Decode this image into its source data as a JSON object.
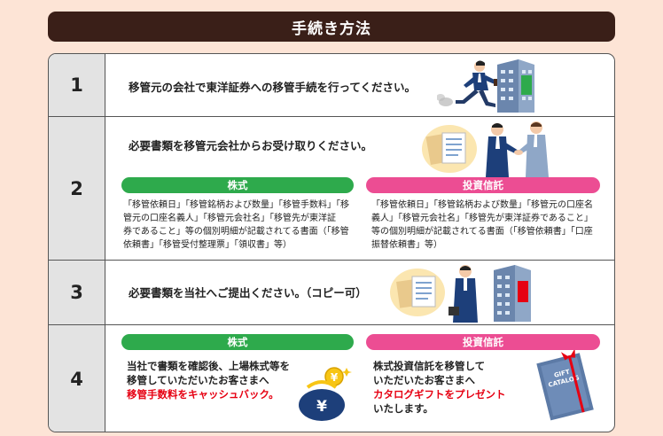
{
  "header": {
    "title": "手続き方法"
  },
  "steps": [
    {
      "num": "1",
      "text": "移管元の会社で東洋証券への移管手続を行ってください。"
    },
    {
      "num": "2",
      "text": "必要書類を移管元会社からお受け取りください。",
      "stocks": {
        "label": "株式",
        "lines": [
          "「移管依頼日」「移管銘柄および数量」「移管手数料」「移",
          "管元の口座名義人」「移管元会社名」「移管先が東洋証",
          "券であること」等の個別明細が記載されてる書面（「移管",
          "依頼書」「移管受付整理票」「領収書」等）"
        ]
      },
      "trusts": {
        "label": "投資信託",
        "lines": [
          "「移管依頼日」「移管銘柄および数量」「移管元の口座名",
          "義人」「移管元会社名」「移管先が東洋証券であること」",
          "等の個別明細が記載されてる書面（「移管依頼書」「口座",
          "振替依頼書」等）"
        ]
      }
    },
    {
      "num": "3",
      "text": "必要書類を当社へご提出ください。（コピー可）"
    },
    {
      "num": "4",
      "stocks": {
        "label": "株式",
        "line1": "当社で書類を確認後、上場株式等を",
        "line2": "移管していただいたお客さまへ",
        "line3": "移管手数料をキャッシュバック。"
      },
      "trusts": {
        "label": "投資信託",
        "line1": "株式投資信託を移管して",
        "line2": "いただいたお客さまへ",
        "line3": "カタログギフトをプレゼント",
        "line4": "いたします。"
      }
    }
  ],
  "catalog": {
    "line1": "GIFT",
    "line2": "CATALOG"
  },
  "icons": {
    "runner": "businessman-running-icon",
    "building": "office-building-icon",
    "handshake": "handshake-icon",
    "documents": "documents-icon",
    "purse": "yen-purse-icon",
    "gift": "gift-catalog-icon"
  },
  "colors": {
    "header": "#3a1f18",
    "green": "#2eaa4c",
    "pink": "#ec4d93",
    "red": "#e60012"
  }
}
